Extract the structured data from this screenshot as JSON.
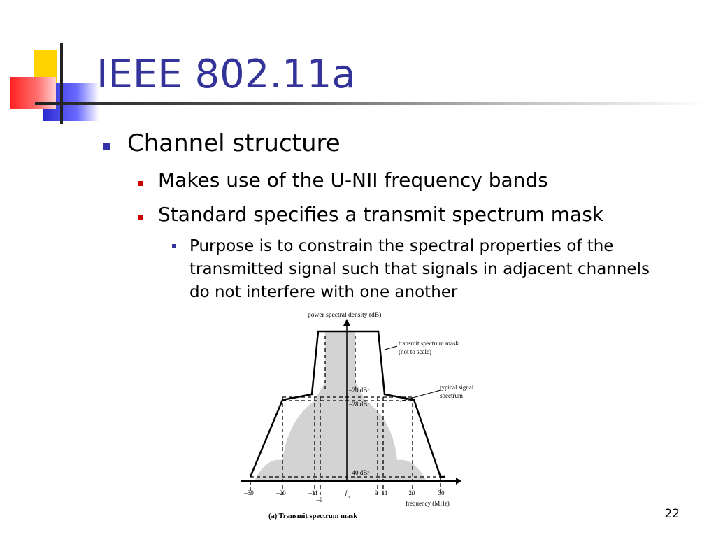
{
  "slide": {
    "title": "IEEE 802.11a",
    "bullets": {
      "l1": "Channel structure",
      "l2a": "Makes use of the U-NII frequency bands",
      "l2b": "Standard specifies a transmit spectrum mask",
      "l3": [
        "Purpose is to constrain the spectral properties of the",
        "transmitted signal such that signals in adjacent channels",
        "do not interfere with one another"
      ]
    },
    "page_number": "22",
    "colors": {
      "title": "#333399",
      "bullet_l1": "#3333aa",
      "bullet_l2": "#cc0000",
      "bullet_l3": "#333399"
    }
  },
  "figure": {
    "y_axis_label": "power spectral density (dB)",
    "x_axis_label": "frequency (MHz)",
    "caption": "(a) Transmit spectrum mask",
    "annotations": {
      "mask": [
        "transmit spectrum mask",
        "(not to scale)"
      ],
      "signal": [
        "typical signal",
        "spectrum"
      ]
    },
    "level_labels": [
      "–20 dBr",
      "–28 dBr",
      "–40 dBr"
    ],
    "tick_labels": [
      "–30",
      "–20",
      "–11",
      "–9",
      "f",
      "c",
      "9",
      "11",
      "20",
      "30"
    ]
  }
}
